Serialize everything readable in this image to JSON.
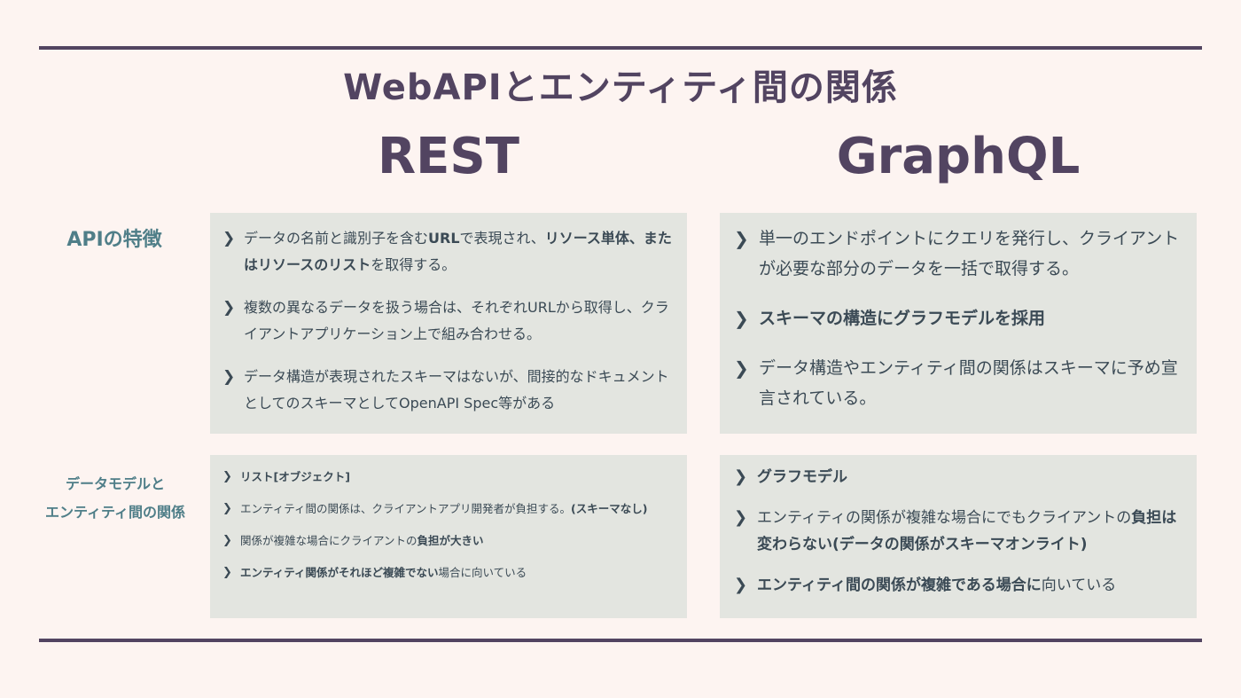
{
  "title": "WebAPIとエンティティ間の関係",
  "columns": {
    "rest": "REST",
    "graphql": "GraphQL"
  },
  "rows": {
    "features": "APIの特徴",
    "model_line1": "データモデルと",
    "model_line2": "エンティティ間の関係"
  },
  "icons": {
    "bullet": "chevron-right-icon",
    "glyph": "❯"
  },
  "colors": {
    "accent": "#524461",
    "label": "#4f7e88",
    "panel": "#e3e5e0",
    "background": "#fdf4f1"
  },
  "rest_features": [
    {
      "parts": [
        {
          "t": "データの名前と識別子を含む"
        },
        {
          "t": "URL",
          "b": true
        },
        {
          "t": "で表現され、"
        },
        {
          "t": "リソース単体、またはリソースのリスト",
          "b": true
        },
        {
          "t": "を取得する。"
        }
      ]
    },
    {
      "parts": [
        {
          "t": "複数の異なるデータを扱う場合は、それぞれURLから取得し、クライアントアプリケーション上で組み合わせる。"
        }
      ]
    },
    {
      "parts": [
        {
          "t": "データ構造が表現されたスキーマはないが、間接的なドキュメントとしてのスキーマとしてOpenAPI Spec等がある"
        }
      ]
    }
  ],
  "graphql_features": [
    {
      "parts": [
        {
          "t": "単一のエンドポイントにクエリを発行し、クライアントが必要な部分のデータを一括で取得する。"
        }
      ]
    },
    {
      "parts": [
        {
          "t": "スキーマの構造にグラフモデルを採用",
          "b": true
        }
      ]
    },
    {
      "parts": [
        {
          "t": "データ構造やエンティティ間の関係はスキーマに予め宣言されている。"
        }
      ]
    }
  ],
  "rest_model": [
    {
      "parts": [
        {
          "t": "リスト[オブジェクト]",
          "b": true
        }
      ]
    },
    {
      "parts": [
        {
          "t": "エンティティ間の関係は、クライアントアプリ開発者が負担する。"
        },
        {
          "t": "(スキーマなし)",
          "b": true
        }
      ]
    },
    {
      "parts": [
        {
          "t": "関係が複雑な場合にクライアントの"
        },
        {
          "t": "負担が大きい",
          "b": true
        }
      ]
    },
    {
      "parts": [
        {
          "t": "エンティティ関係がそれほど複雑でない",
          "b": true
        },
        {
          "t": "場合に向いている"
        }
      ]
    }
  ],
  "graphql_model": [
    {
      "parts": [
        {
          "t": "グラフモデル",
          "b": true
        }
      ]
    },
    {
      "parts": [
        {
          "t": "エンティティの関係が複雑な場合にでもクライアントの"
        },
        {
          "t": "負担は変わらない(データの関係がスキーマオンライト)",
          "b": true
        }
      ]
    },
    {
      "parts": [
        {
          "t": "エンティティ間の関係が複雑である場合に",
          "b": true
        },
        {
          "t": "向いている"
        }
      ]
    }
  ]
}
